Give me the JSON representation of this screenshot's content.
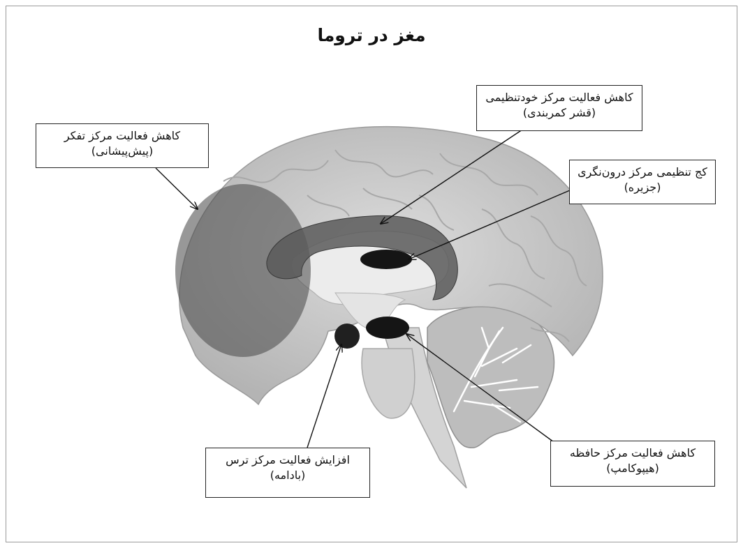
{
  "title": "مغز در تروما",
  "callouts": {
    "prefrontal": {
      "line1": "کاهش فعالیت مرکز تفکر",
      "line2": "(پیش‌پیشانی)"
    },
    "cingulate": {
      "line1": "کاهش فعالیت مرکز خودتنظیمی",
      "line2": "(قشر کمربندی)"
    },
    "insula": {
      "line1": "کج تنظیمی مرکز درون‌نگری",
      "line2": "(جزیره)"
    },
    "amygdala": {
      "line1": "افزایش فعالیت مرکز ترس",
      "line2": "(بادامه)"
    },
    "hippocampus": {
      "line1": "کاهش فعالیت مرکز حافظه",
      "line2": "(هیپوکامپ)"
    }
  },
  "colors": {
    "brain": "#c9c9c9",
    "highlight": "#5e5e5e",
    "dark_region": "#1a1a1a"
  }
}
